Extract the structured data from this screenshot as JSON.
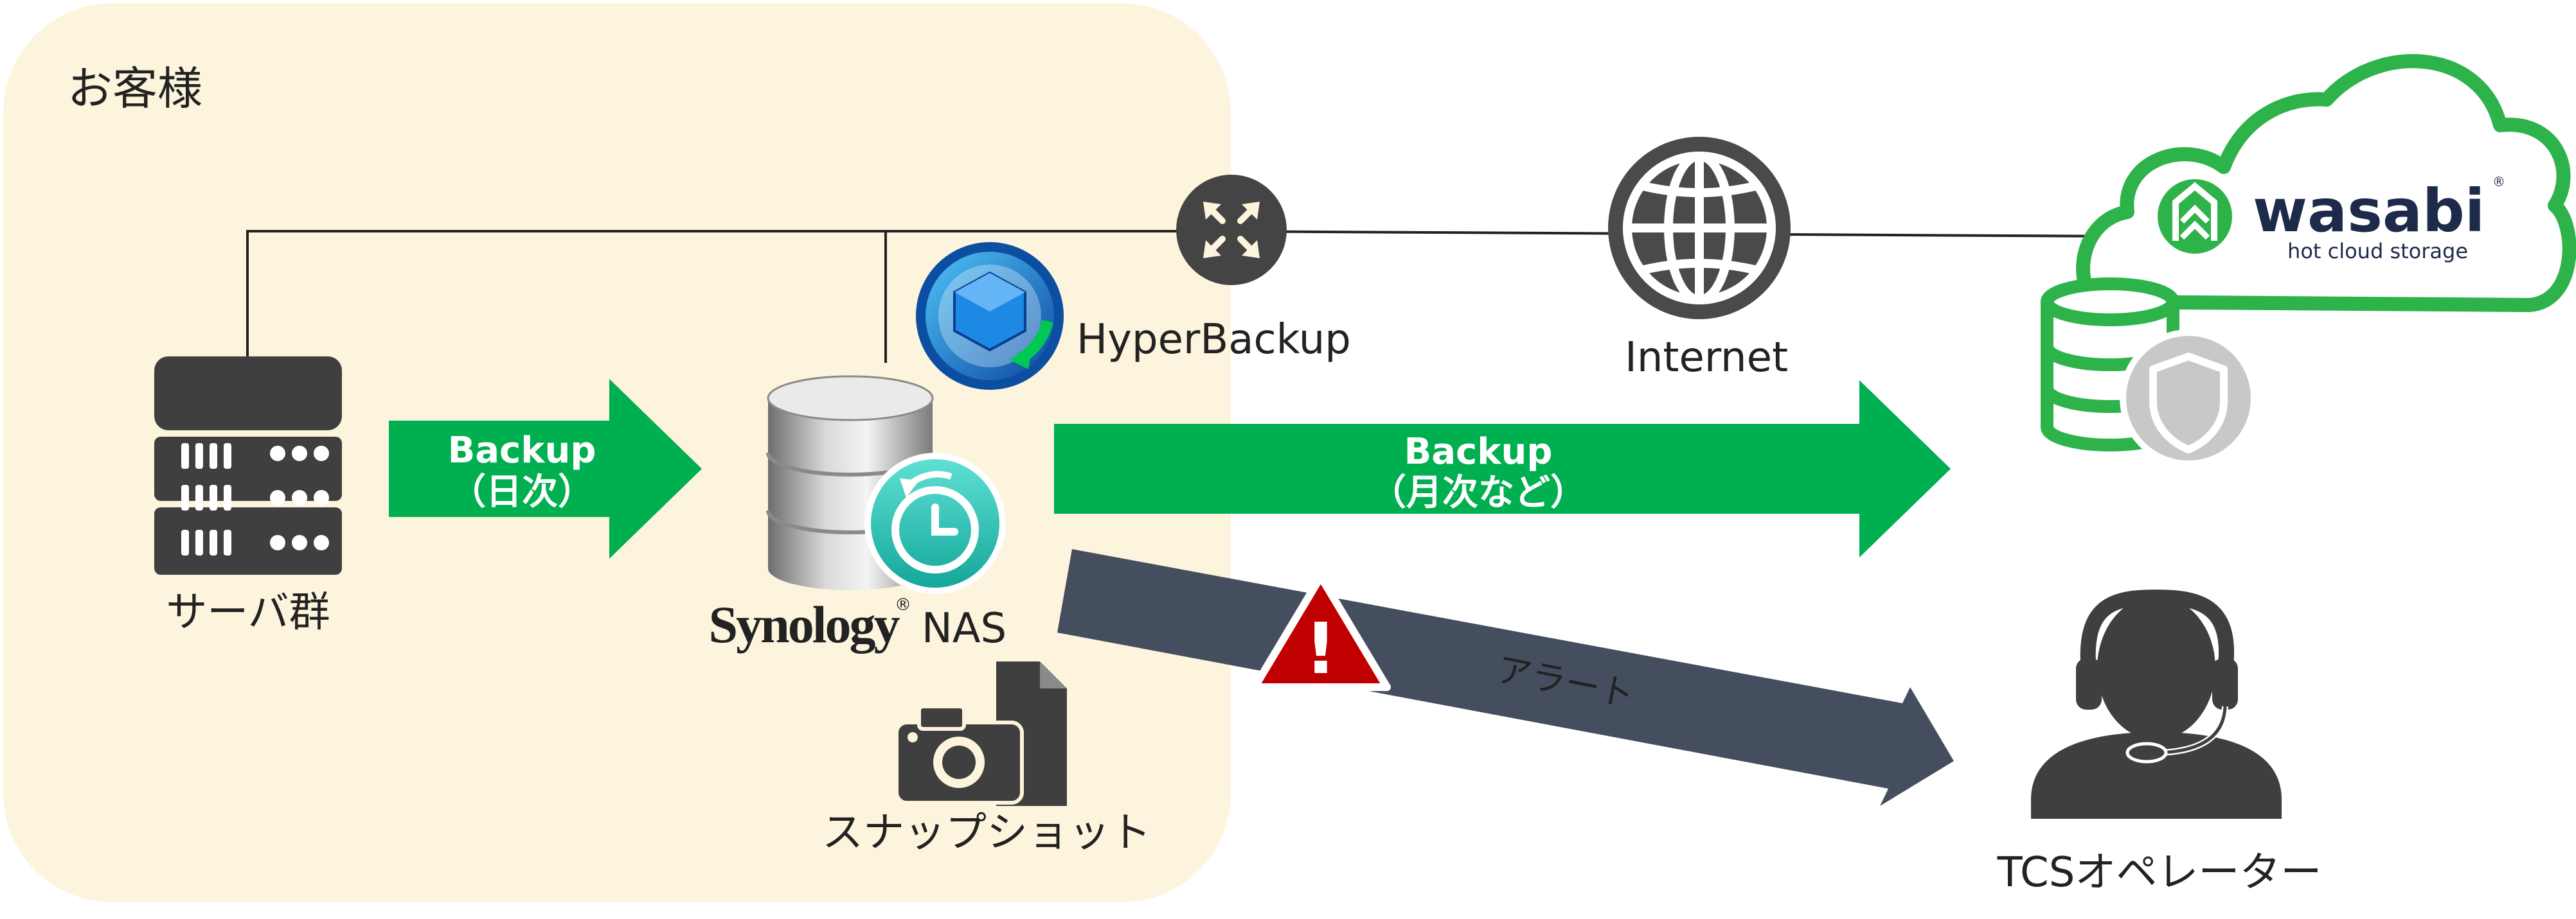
{
  "customer_zone": {
    "label": "お客様"
  },
  "nodes": {
    "servers": {
      "label": "サーバ群",
      "icon": "server-rack-icon"
    },
    "nas": {
      "brand": "Synology",
      "brand_mark": "®",
      "label": "NAS",
      "icon": "database-stack-icon"
    },
    "hyperbackup": {
      "label": "HyperBackup",
      "icon": "hyperbackup-app-icon"
    },
    "snapshot": {
      "label": "スナップショット",
      "icon": "camera-file-icon"
    },
    "router": {
      "icon": "router-icon"
    },
    "internet": {
      "label": "Internet",
      "icon": "globe-icon"
    },
    "wasabi": {
      "brand": "wasabi",
      "brand_mark": "®",
      "tagline": "hot cloud storage",
      "icon": "wasabi-cloud-icon"
    },
    "operator": {
      "label": "TCSオペレーター",
      "icon": "operator-headset-icon"
    }
  },
  "flows": {
    "daily_backup": {
      "line1": "Backup",
      "line2": "（日次）"
    },
    "monthly_backup": {
      "line1": "Backup",
      "line2": "（月次など）"
    },
    "alert": {
      "label": "アラート",
      "warning_glyph": "!"
    }
  },
  "colors": {
    "customer_zone_bg": "#FCF4DC",
    "backup_green": "#00AF4F",
    "alert_arrow": "#454E5F",
    "warning_red": "#C00000",
    "icon_dark": "#444444",
    "wasabi_green": "#2DB34A",
    "wasabi_navy": "#1E2A4A",
    "line_color": "#222222"
  }
}
